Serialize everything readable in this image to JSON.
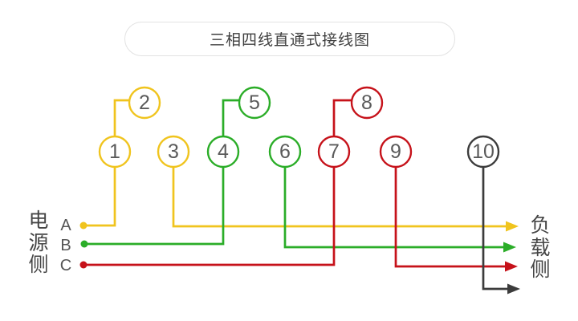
{
  "title": "三相四线直通式接线图",
  "source_side": {
    "label": "电源侧",
    "phases": [
      "A",
      "B",
      "C"
    ]
  },
  "load_side": {
    "label": "负载侧"
  },
  "terminals": [
    {
      "number": "1",
      "phase": "A"
    },
    {
      "number": "2",
      "phase": "A"
    },
    {
      "number": "3",
      "phase": "A"
    },
    {
      "number": "4",
      "phase": "B"
    },
    {
      "number": "5",
      "phase": "B"
    },
    {
      "number": "6",
      "phase": "B"
    },
    {
      "number": "7",
      "phase": "C"
    },
    {
      "number": "8",
      "phase": "C"
    },
    {
      "number": "9",
      "phase": "C"
    },
    {
      "number": "10",
      "phase": "N"
    }
  ],
  "colors": {
    "phase_A": "#F0C41E",
    "phase_B": "#2BAD28",
    "phase_C": "#C6121A",
    "neutral": "#3C3C3C",
    "terminal_number": "#5A5A5A",
    "terminal_fill": "#FFFFFF",
    "side_text": "#454545",
    "title_text": "#3F3F3F",
    "pill_border": "#E2E2E2"
  }
}
